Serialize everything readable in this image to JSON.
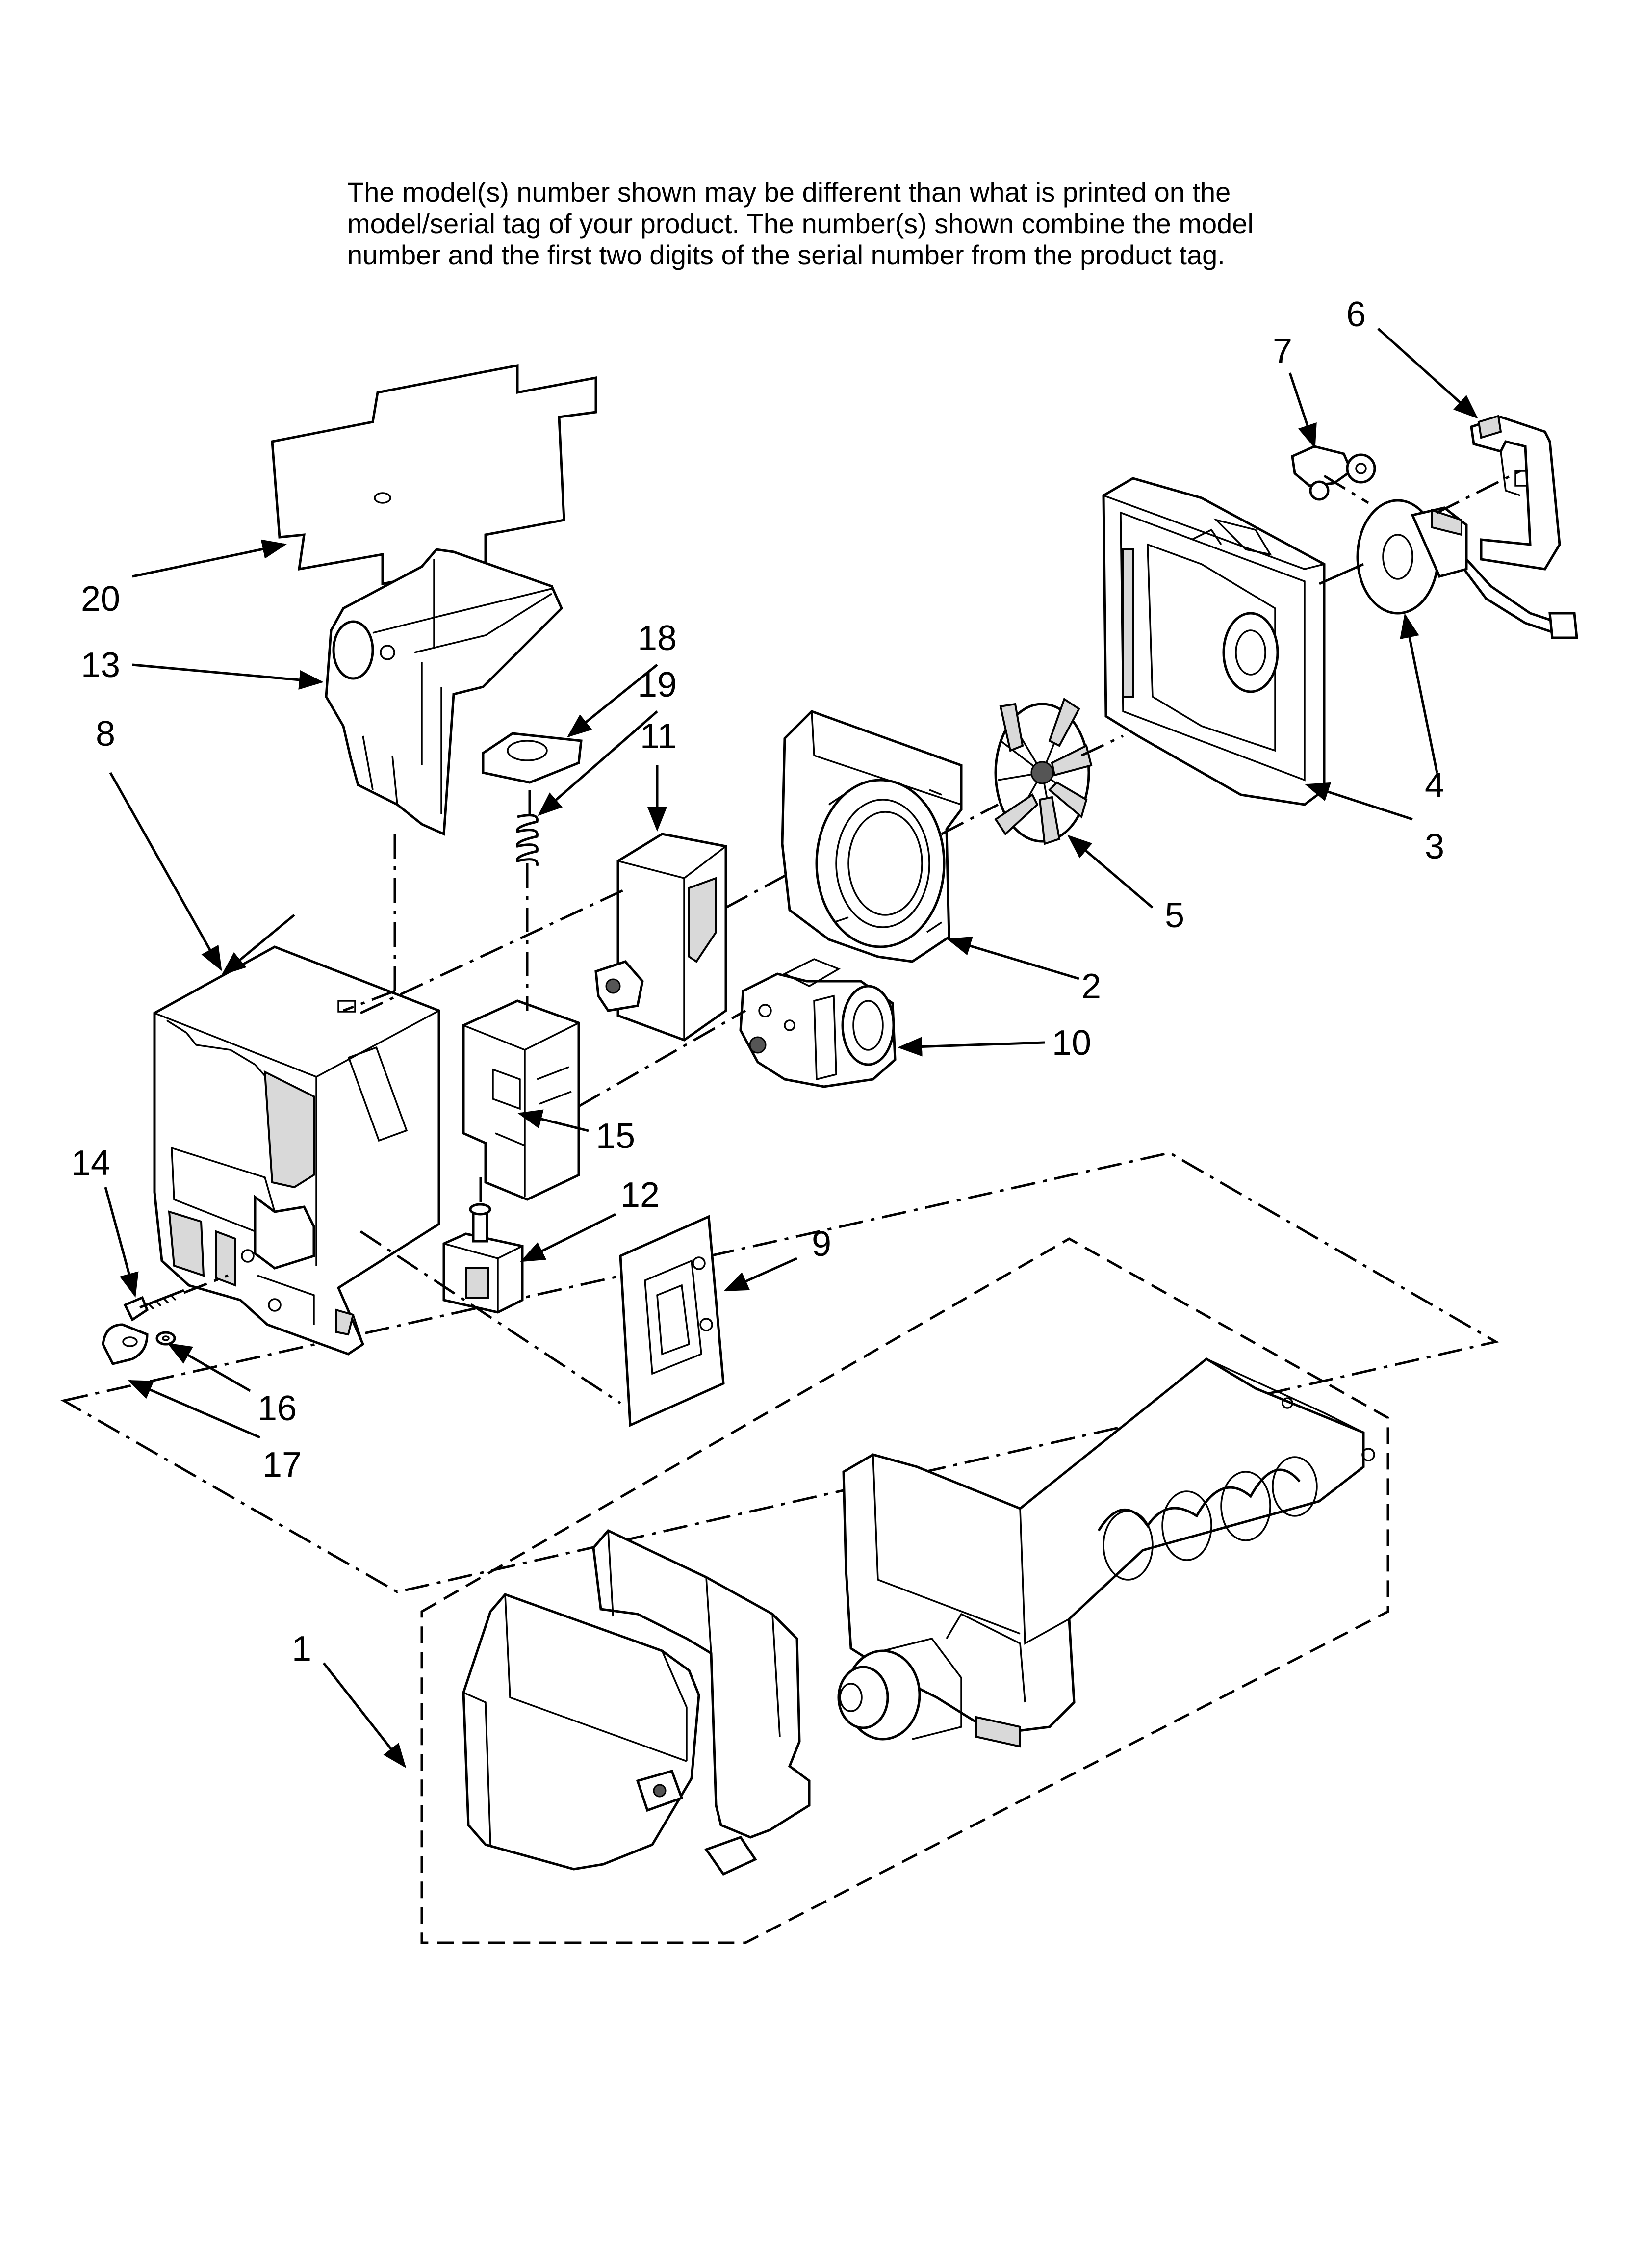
{
  "note": {
    "line1": "The model(s) number shown may be different than what is printed on the",
    "line2": "model/serial tag of your product. The number(s) shown combine the model",
    "line3": "number and the first two digits of the serial number from the product tag."
  },
  "callouts": [
    "1",
    "2",
    "3",
    "4",
    "5",
    "6",
    "7",
    "8",
    "9",
    "10",
    "11",
    "12",
    "13",
    "14",
    "15",
    "16",
    "17",
    "18",
    "19",
    "20"
  ]
}
